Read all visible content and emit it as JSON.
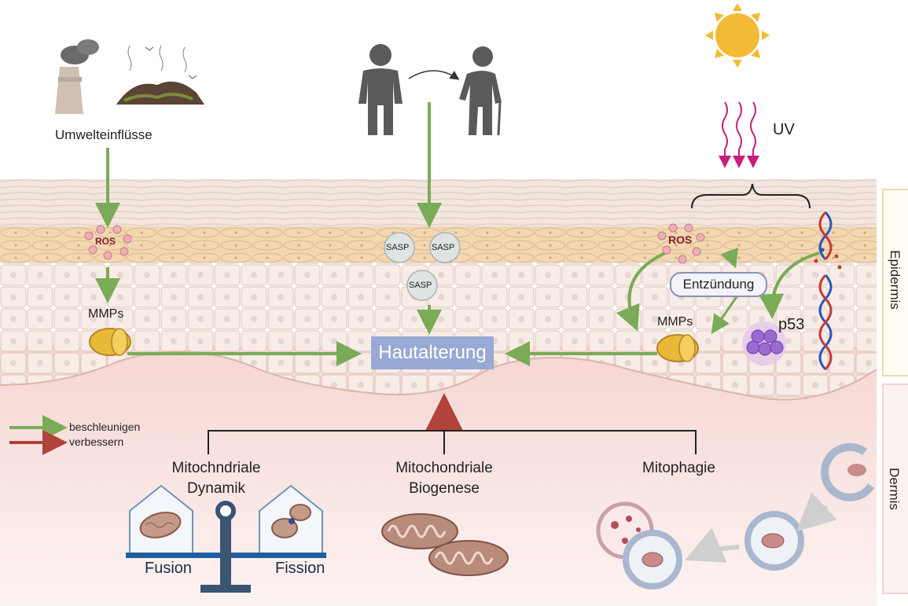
{
  "labels": {
    "environment": "Umwelteinflüsse",
    "uv": "UV",
    "ros_left": "ROS",
    "ros_right": "ROS",
    "mmps_left": "MMPs",
    "mmps_right": "MMPs",
    "sasp_1": "SASP",
    "sasp_2": "SASP",
    "sasp_3": "SASP",
    "inflammation": "Entzündung",
    "p53": "p53",
    "skin_aging": "Hautalterung",
    "epidermis": "Epidermis",
    "dermis": "Dermis"
  },
  "legend": {
    "accelerate": "beschleunigen",
    "improve": "verbessern"
  },
  "mechanisms": {
    "dynamics_line1": "Mitochndriale",
    "dynamics_line2": "Dynamik",
    "biogenesis_line1": "Mitochondriale",
    "biogenesis_line2": "Biogenese",
    "mitophagy": "Mitophagie",
    "fusion": "Fusion",
    "fission": "Fission"
  },
  "colors": {
    "accelerate_arrow": "#7aab57",
    "improve_arrow": "#b1433b",
    "hautalterung_box": "#98a9d4",
    "mmp_fill": "#e8b937",
    "ros_dot": "#e8a0a8",
    "skin_upper": "#efe3d6",
    "dermis": "#f6dcdc"
  }
}
